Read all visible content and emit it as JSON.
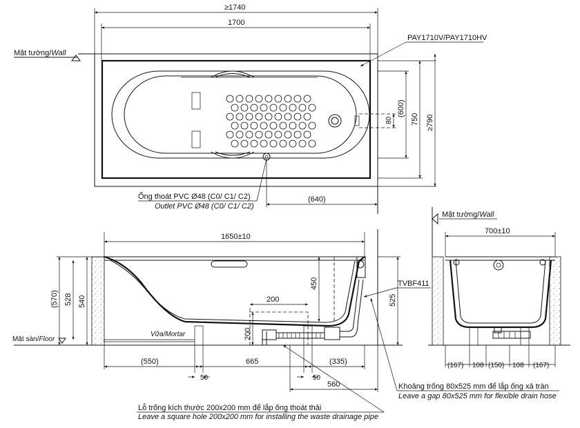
{
  "top_view": {
    "dim_overall": "≥1740",
    "dim_length": "1700",
    "model": "PAY1710V/PAY1710HV",
    "wall_label": "Mặt tường/",
    "wall_label_en": "Wall",
    "dim_600": "(600)",
    "dim_750": "750",
    "dim_790": "≥790",
    "dim_80": "80",
    "dim_640": "(640)",
    "outlet_vi": "Ống thoát PVC Ø48 (C0/ C1/ C2)",
    "outlet_en": "Outlet PVC Ø48 (C0/ C1/ C2)"
  },
  "side_view": {
    "dim_1650": "1650±10",
    "dim_570": "(570)",
    "dim_528": "528",
    "dim_540": "540",
    "dim_450": "450",
    "dim_200w": "200",
    "dim_200h": "200",
    "dim_525": "525",
    "drain_model": "TVBF411",
    "floor_label": "Mặt sàn/",
    "floor_label_en": "Floor",
    "mortar_label": "Vữa/",
    "mortar_label_en": "Mortar",
    "dim_550": "(550)",
    "dim_665": "665",
    "dim_335": "(335)",
    "dim_50a": "50",
    "dim_50b": "50",
    "dim_560": "560"
  },
  "end_view": {
    "wall_label": "Mặt tường/",
    "wall_label_en": "Wall",
    "dim_700": "700±10",
    "dims_bottom": [
      "(167)",
      "108",
      "(150)",
      "108",
      "(167)"
    ]
  },
  "notes": {
    "gap_vi": "Khoảng trống 80x525 mm để lắp ống xả tràn",
    "gap_en": "Leave a gap 80x525 mm for flexible drain hose",
    "hole_vi": "Lỗ trống kích thước 200x200 mm để lắp ống thoát thải",
    "hole_en": "Leave a square hole  200x200 mm for installing the waste drainage pipe"
  }
}
